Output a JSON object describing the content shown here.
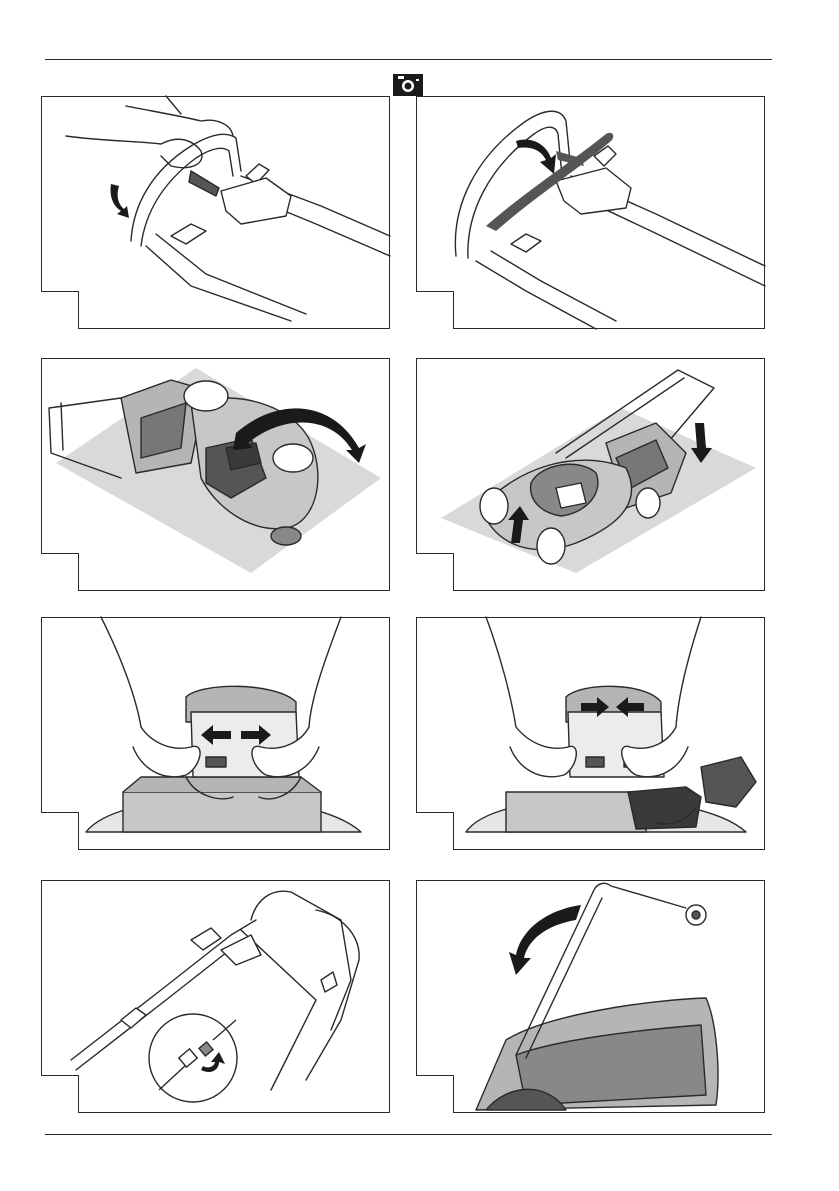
{
  "document": {
    "header_icon": "camera-icon",
    "panels": [
      {
        "id": "1",
        "illustration": "hands-folding-upper-handle"
      },
      {
        "id": "2",
        "illustration": "handle-with-cable-clip"
      },
      {
        "id": "3",
        "illustration": "mower-top-view-rotate-arrow"
      },
      {
        "id": "4",
        "illustration": "mower-perspective-wheels-arrows"
      },
      {
        "id": "5",
        "illustration": "hands-disconnecting-battery-connector"
      },
      {
        "id": "6",
        "illustration": "hands-connecting-charger"
      },
      {
        "id": "7",
        "illustration": "handle-cable-connector-detail"
      },
      {
        "id": "8",
        "illustration": "handle-folding-down-over-grass-box"
      }
    ],
    "colors": {
      "line": "#2a2a2a",
      "ground": "#d9d9d9",
      "grey_body": "#b5b5b5",
      "dark_part": "#555555",
      "arrow": "#1a1a1a"
    }
  }
}
